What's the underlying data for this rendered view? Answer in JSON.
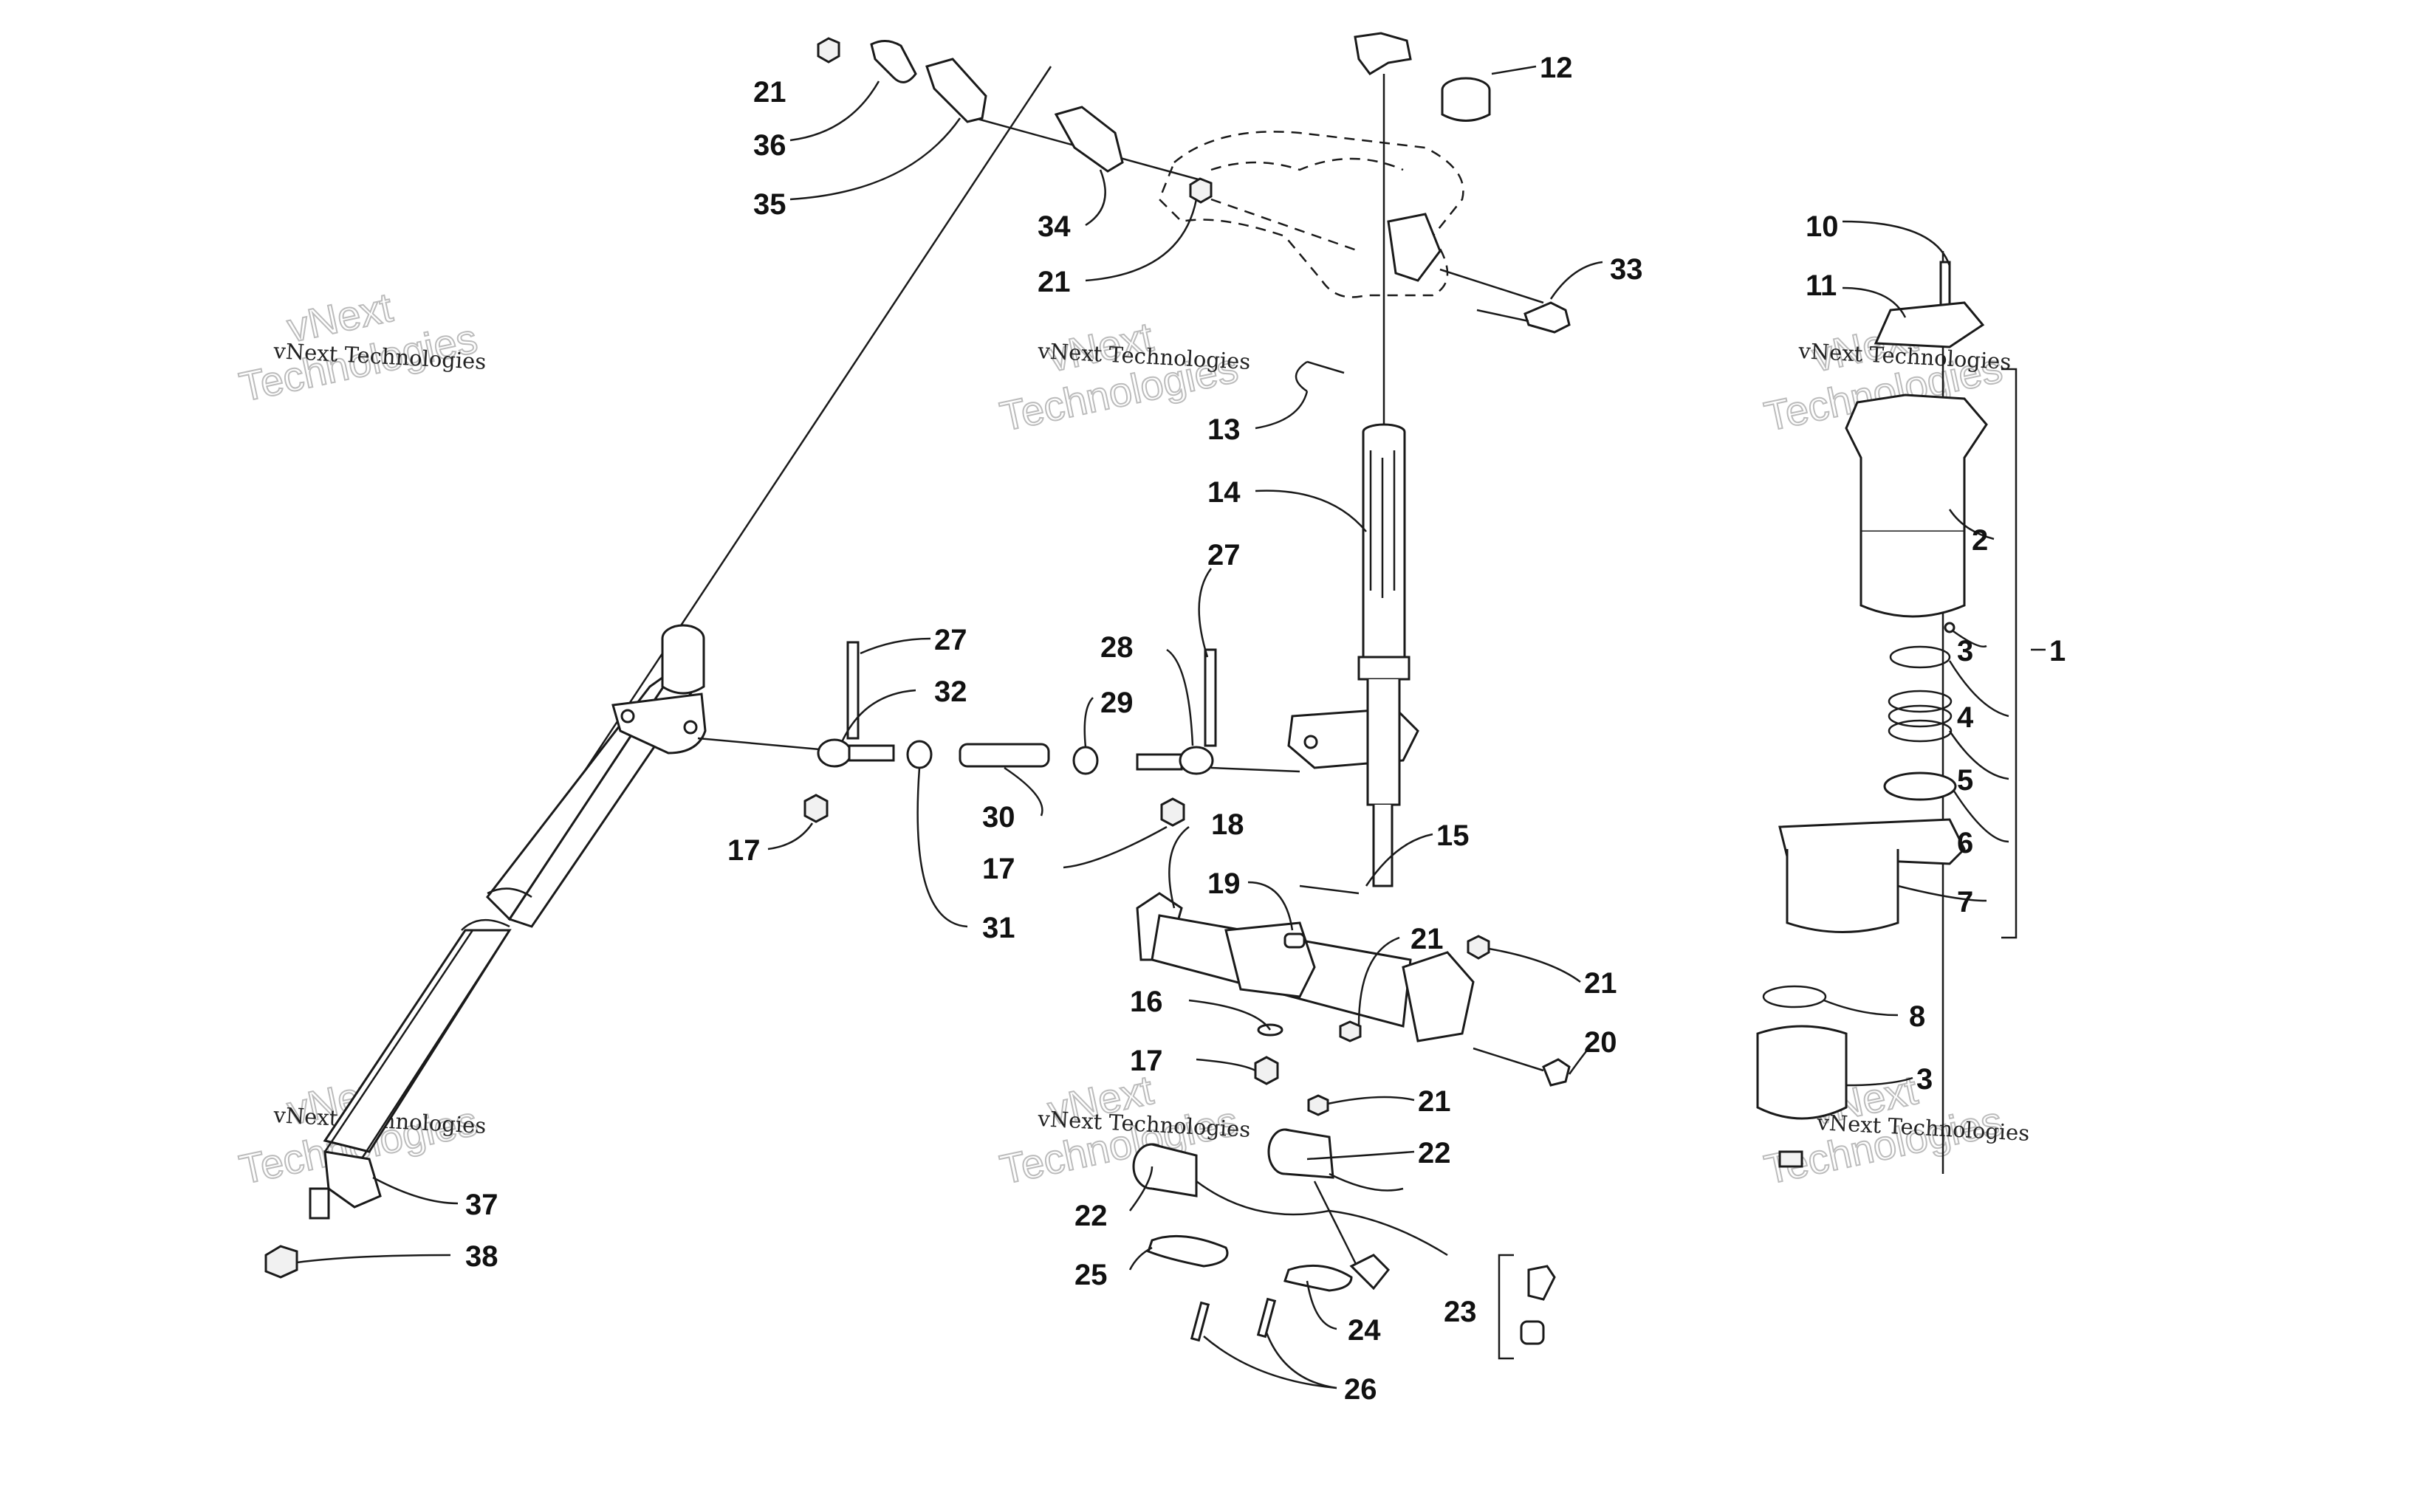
{
  "diagram": {
    "watermark": {
      "small": "vNext Technologies",
      "big_top": "vNext",
      "big_bottom": "Technologies"
    },
    "callouts": [
      {
        "id": "c21a",
        "text": "21"
      },
      {
        "id": "c36",
        "text": "36"
      },
      {
        "id": "c35",
        "text": "35"
      },
      {
        "id": "c34",
        "text": "34"
      },
      {
        "id": "c21b",
        "text": "21"
      },
      {
        "id": "c12",
        "text": "12"
      },
      {
        "id": "c33",
        "text": "33"
      },
      {
        "id": "c13",
        "text": "13"
      },
      {
        "id": "c14",
        "text": "14"
      },
      {
        "id": "c10",
        "text": "10"
      },
      {
        "id": "c11",
        "text": "11"
      },
      {
        "id": "c2",
        "text": "2"
      },
      {
        "id": "c3a",
        "text": "3"
      },
      {
        "id": "c1",
        "text": "1"
      },
      {
        "id": "c4",
        "text": "4"
      },
      {
        "id": "c5",
        "text": "5"
      },
      {
        "id": "c6",
        "text": "6"
      },
      {
        "id": "c7",
        "text": "7"
      },
      {
        "id": "c8",
        "text": "8"
      },
      {
        "id": "c3b",
        "text": "3"
      },
      {
        "id": "c27a",
        "text": "27"
      },
      {
        "id": "c32",
        "text": "32"
      },
      {
        "id": "c27b",
        "text": "27"
      },
      {
        "id": "c28",
        "text": "28"
      },
      {
        "id": "c29",
        "text": "29"
      },
      {
        "id": "c30",
        "text": "30"
      },
      {
        "id": "c17a",
        "text": "17"
      },
      {
        "id": "c17b",
        "text": "17"
      },
      {
        "id": "c31",
        "text": "31"
      },
      {
        "id": "c18",
        "text": "18"
      },
      {
        "id": "c15",
        "text": "15"
      },
      {
        "id": "c19",
        "text": "19"
      },
      {
        "id": "c21c",
        "text": "21"
      },
      {
        "id": "c21d",
        "text": "21"
      },
      {
        "id": "c16",
        "text": "16"
      },
      {
        "id": "c20",
        "text": "20"
      },
      {
        "id": "c17c",
        "text": "17"
      },
      {
        "id": "c21e",
        "text": "21"
      },
      {
        "id": "c22a",
        "text": "22"
      },
      {
        "id": "c22b",
        "text": "22"
      },
      {
        "id": "c25",
        "text": "25"
      },
      {
        "id": "c24",
        "text": "24"
      },
      {
        "id": "c23",
        "text": "23"
      },
      {
        "id": "c26",
        "text": "26"
      },
      {
        "id": "c37",
        "text": "37"
      },
      {
        "id": "c38",
        "text": "38"
      }
    ]
  }
}
